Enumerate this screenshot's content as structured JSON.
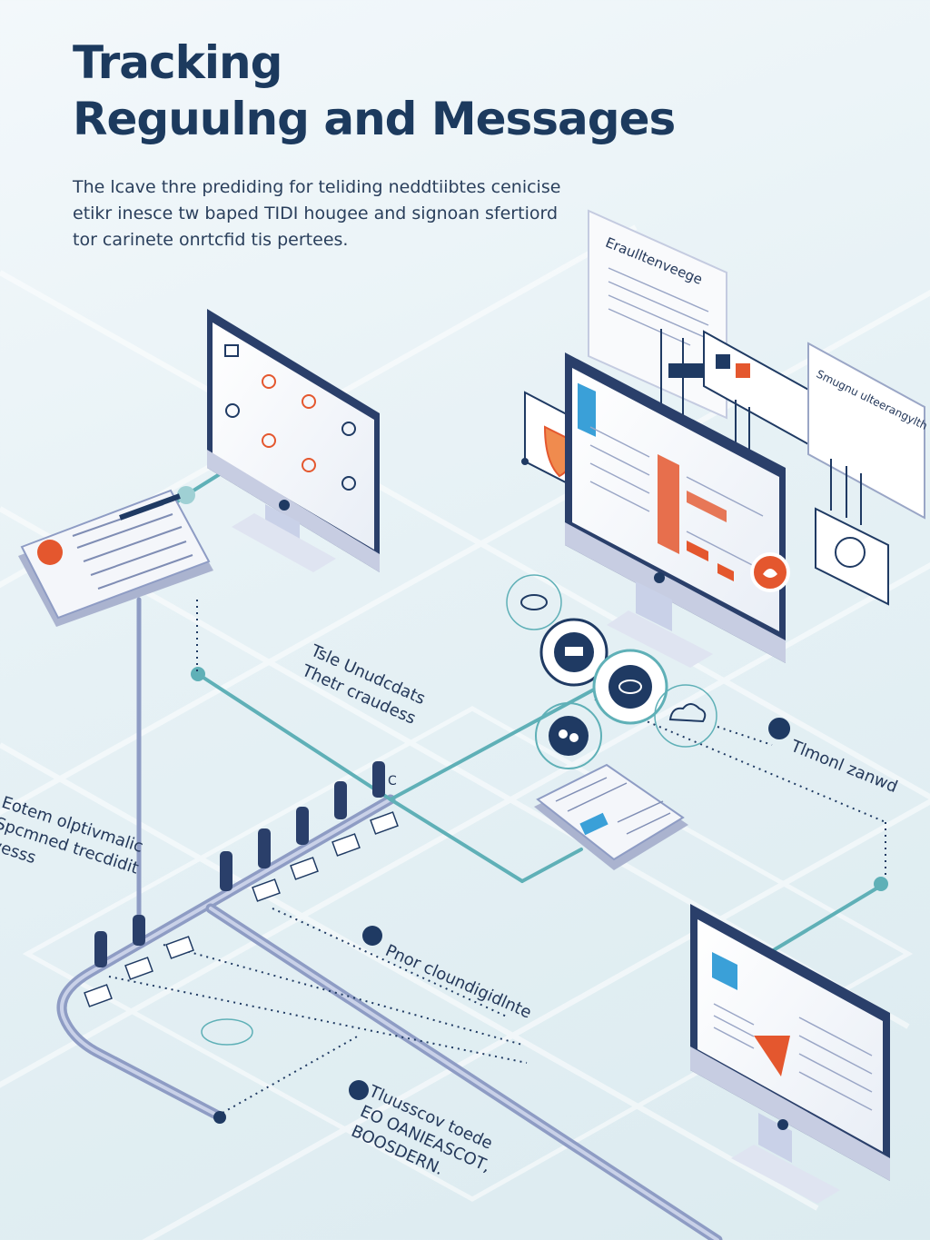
{
  "header": {
    "title_line1": "Tracking",
    "title_line2": "Reguulng and Messages",
    "intro_line1": "The lcave thre prediding for teliding neddtiibtes cenicise",
    "intro_line2": "etikr inesce tw baped TIDI hougee and signoan sfertiord",
    "intro_line3": "tor carinete onrtcfid tis pertees."
  },
  "labels": {
    "center_top_line1": "Tsle Unudcdats",
    "center_top_line2": "Thetr craudess",
    "left_line1": "Eotem olptivmalic",
    "left_line2": "Spcmned trecdidit",
    "left_line3": "wesss",
    "right_mid": "Tlmonl zanwd",
    "center_bottom": "Pnor cloundigidlnte",
    "bottom_line1": "Tluusscov toede",
    "bottom_line2": "EO OANIEASCOT,",
    "bottom_line3": "BOOSDERN.",
    "rail_c": "C",
    "doc_title": "Eraulltenveege",
    "right_panel_title": "Smugnu ulteerangylth"
  },
  "colors": {
    "navy": "#1f3a63",
    "teal": "#5fb0b7",
    "rail": "#8e9cc4",
    "orange": "#e4572e",
    "accent_blue": "#3aa0d8"
  }
}
